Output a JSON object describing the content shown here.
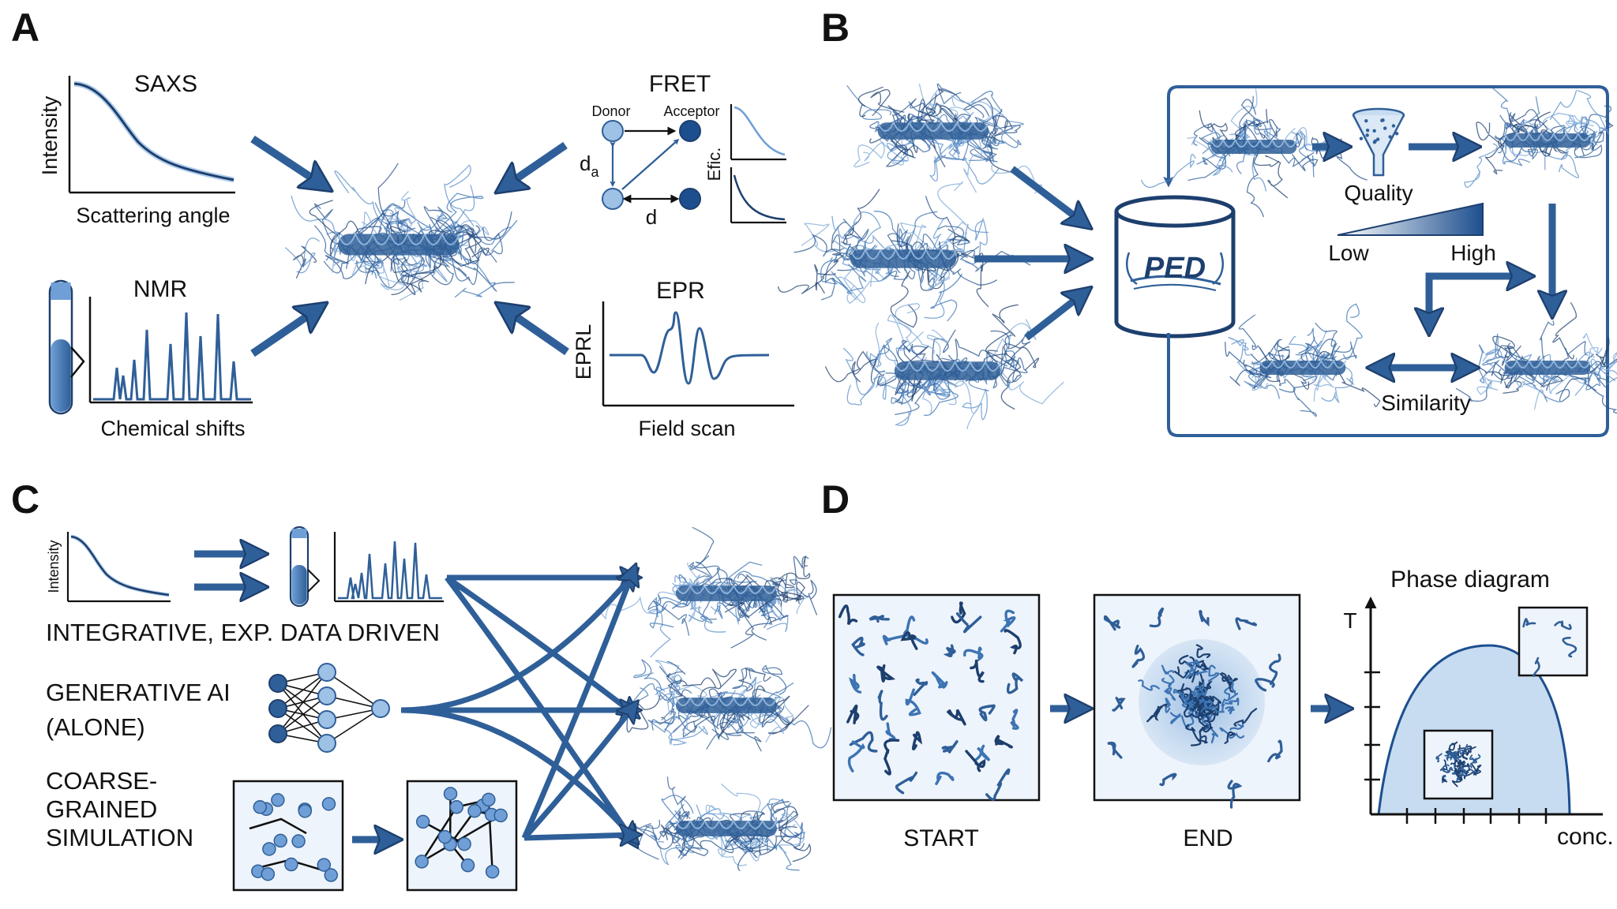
{
  "panels": {
    "A": {
      "letter": "A",
      "saxs": {
        "title": "SAXS",
        "ylabel": "Intensity",
        "xlabel": "Scattering angle"
      },
      "fret": {
        "title": "FRET",
        "donor": "Donor",
        "acceptor": "Acceptor",
        "da": "d",
        "da_sub": "a",
        "d": "d",
        "eff": "Efic."
      },
      "nmr": {
        "title": "NMR",
        "xlabel": "Chemical shifts"
      },
      "epr": {
        "title": "EPR",
        "ylabel": "EPRL",
        "xlabel": "Field scan"
      }
    },
    "B": {
      "letter": "B",
      "db_label": "PED",
      "quality": "Quality",
      "low": "Low",
      "high": "High",
      "similarity": "Similarity"
    },
    "C": {
      "letter": "C",
      "ylabel": "Intensity",
      "integrative": "INTEGRATIVE, EXP. DATA DRIVEN",
      "genai_1": "GENERATIVE AI",
      "genai_2": "(ALONE)",
      "cg_1": "COARSE-",
      "cg_2": "GRAINED",
      "cg_3": "SIMULATION"
    },
    "D": {
      "letter": "D",
      "start": "START",
      "end": "END",
      "phase_title": "Phase diagram",
      "t_axis": "T",
      "conc_axis": "conc."
    }
  },
  "colors": {
    "primary": "#2f5f98",
    "dark": "#1d3f6e",
    "light": "#9ec1e6",
    "box_fill": "#eef4fb",
    "phase_fill": "#c7dcf1"
  }
}
